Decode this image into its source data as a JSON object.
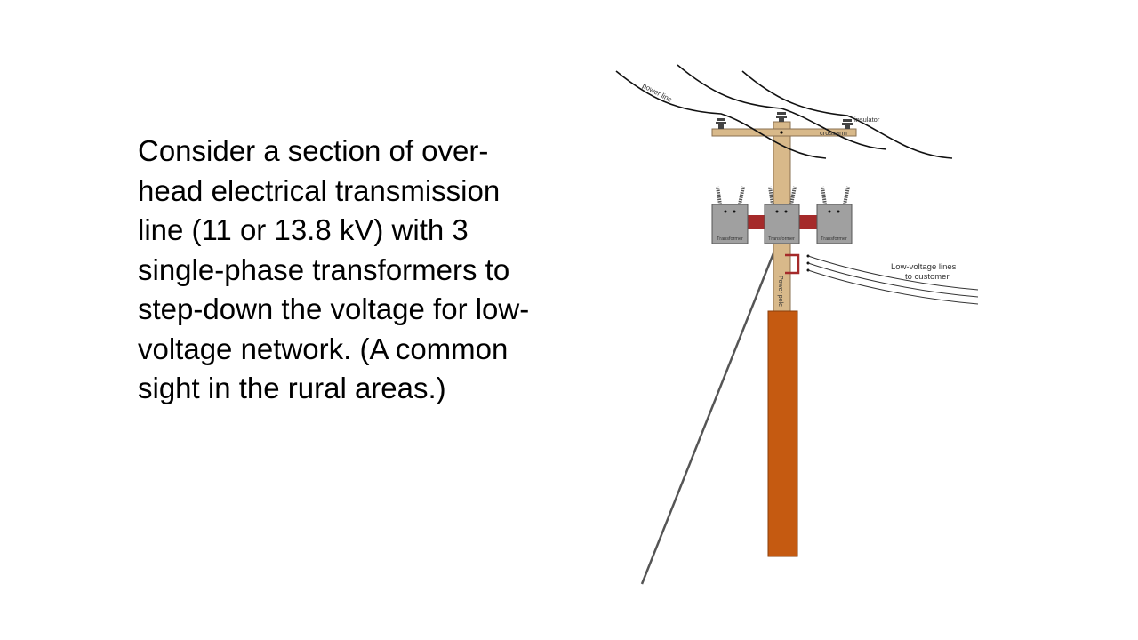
{
  "slide": {
    "text_lines": [
      "Consider a section of over-",
      "head electrical transmission",
      "line (11 or 13.8 kV) with 3",
      "single-phase transformers to",
      "step-down the voltage for low-",
      "voltage network. (A common",
      "sight in the rural areas.)"
    ]
  },
  "diagram": {
    "labels": {
      "power_line": "power line",
      "insulator": "insulator",
      "crossarm": "crossarm",
      "transformer": "Transformer",
      "power_pole": "Power pole",
      "low_voltage_1": "Low-voltage lines",
      "low_voltage_2": "to customer"
    },
    "colors": {
      "pole": "#D8B98A",
      "pole_base": "#C55A11",
      "transformer": "#A0A0A0",
      "bus": "#A52A2A"
    }
  }
}
